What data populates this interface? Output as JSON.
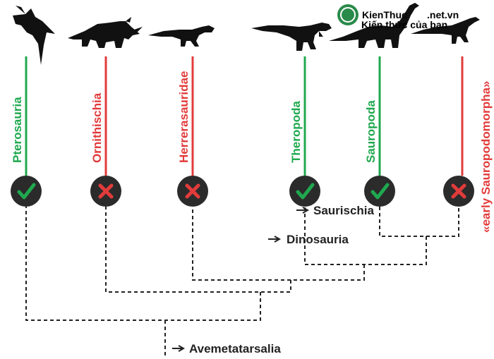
{
  "watermark": {
    "brand": "KienThuc",
    "domain": ".net.vn",
    "slogan": "Kiến thức của bạn",
    "color": "#2a8a4a"
  },
  "colors": {
    "supported": "#1fa84f",
    "rejected": "#e23b3b",
    "node_fill": "#2b2b2b",
    "tree": "#222222"
  },
  "taxa": [
    {
      "name": "Pterosauria",
      "status": "supported",
      "silhouette": "pterosaur-silhouette"
    },
    {
      "name": "Ornithischia",
      "status": "rejected",
      "silhouette": "ceratopsian-silhouette"
    },
    {
      "name": "Herrerasauridae",
      "status": "rejected",
      "silhouette": "herrerasaur-silhouette"
    },
    {
      "name": "Theropoda",
      "status": "supported",
      "silhouette": "theropod-silhouette"
    },
    {
      "name": "Sauropoda",
      "status": "supported",
      "silhouette": "sauropod-silhouette"
    },
    {
      "name": "«early Sauropodomorpha»",
      "status": "rejected",
      "silhouette": "prosauropod-silhouette"
    }
  ],
  "nodes": {
    "saurischia": "Saurischia",
    "dinosauria": "Dinosauria",
    "avemetatarsalia": "Avemetatarsalia"
  },
  "marks": {
    "check": "✓",
    "cross": "✗"
  }
}
